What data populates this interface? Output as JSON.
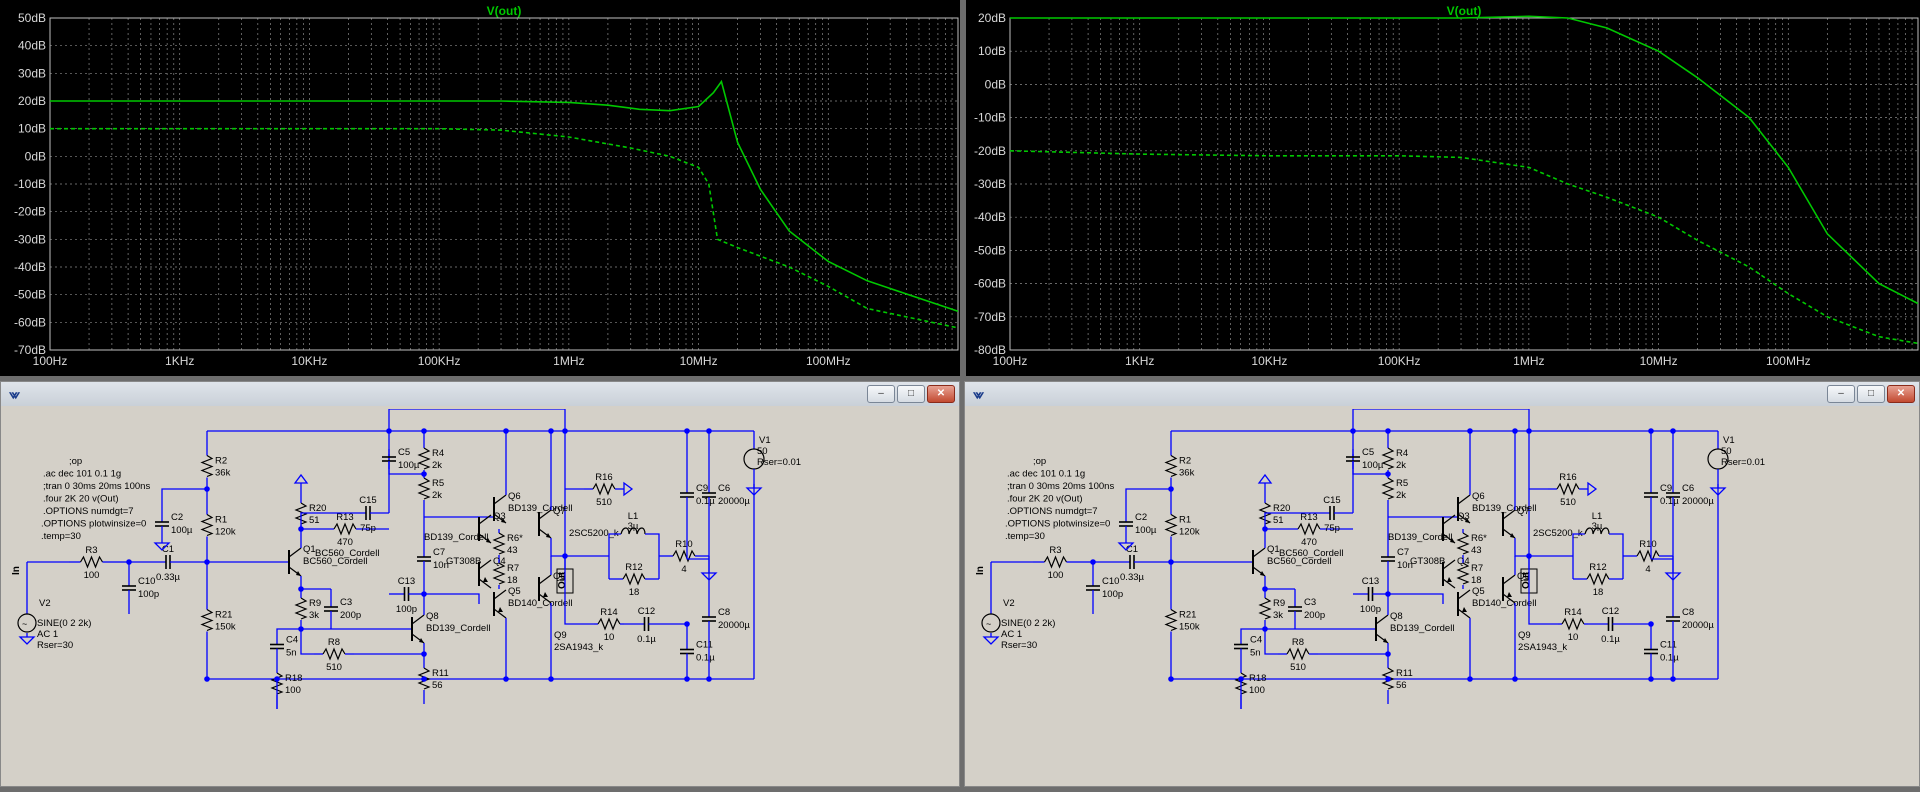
{
  "plot_left": {
    "trace_label": "V(out)",
    "y_ticks": [
      "50dB",
      "40dB",
      "30dB",
      "20dB",
      "10dB",
      "0dB",
      "-10dB",
      "-20dB",
      "-30dB",
      "-40dB",
      "-50dB",
      "-60dB",
      "-70dB"
    ],
    "x_ticks": [
      "100Hz",
      "1KHz",
      "10KHz",
      "100KHz",
      "1MHz",
      "10MHz",
      "100MHz"
    ]
  },
  "plot_right": {
    "trace_label": "V(out)",
    "y_ticks": [
      "20dB",
      "10dB",
      "0dB",
      "-10dB",
      "-20dB",
      "-30dB",
      "-40dB",
      "-50dB",
      "-60dB",
      "-70dB",
      "-80dB"
    ],
    "x_ticks": [
      "100Hz",
      "1KHz",
      "10KHz",
      "100KHz",
      "1MHz",
      "10MHz",
      "100MHz"
    ]
  },
  "chart_data": [
    {
      "type": "line",
      "title": "V(out)",
      "xscale": "log",
      "xlim": [
        100,
        1000000000
      ],
      "ylim": [
        -70,
        50
      ],
      "grid": true,
      "series": [
        {
          "style": "solid",
          "x": [
            100,
            1000,
            10000,
            100000,
            300000,
            1000000,
            2000000,
            3500000,
            6000000,
            10000000,
            13000000,
            15000000,
            20000000,
            30000000,
            50000000,
            100000000,
            200000000,
            1000000000
          ],
          "y": [
            20,
            20,
            20,
            20,
            20,
            19.5,
            18.5,
            17,
            16.5,
            18,
            23,
            27,
            5,
            -12,
            -27,
            -38,
            -45,
            -56
          ]
        },
        {
          "style": "dashed",
          "x": [
            100,
            1000,
            10000,
            100000,
            300000,
            1000000,
            3000000,
            6000000,
            10000000,
            12000000,
            14000000,
            20000000,
            50000000,
            100000000,
            200000000,
            1000000000
          ],
          "y": [
            10,
            10,
            10,
            10,
            9.5,
            7,
            3,
            0,
            -4,
            -10,
            -30,
            -33,
            -40,
            -47,
            -55,
            -62
          ]
        }
      ]
    },
    {
      "type": "line",
      "title": "V(out)",
      "xscale": "log",
      "xlim": [
        100,
        1000000000
      ],
      "ylim": [
        -80,
        20
      ],
      "grid": true,
      "series": [
        {
          "style": "solid",
          "x": [
            100,
            1000,
            10000,
            100000,
            300000,
            1000000,
            2000000,
            4000000,
            10000000,
            20000000,
            50000000,
            100000000,
            200000000,
            500000000,
            1000000000
          ],
          "y": [
            20,
            20,
            20,
            20,
            20,
            20.5,
            20,
            17,
            10,
            2,
            -10,
            -25,
            -45,
            -60,
            -66
          ]
        },
        {
          "style": "dashed",
          "x": [
            100,
            1000,
            10000,
            100000,
            300000,
            1000000,
            2000000,
            4000000,
            10000000,
            20000000,
            50000000,
            100000000,
            200000000,
            500000000,
            1000000000
          ],
          "y": [
            -20,
            -21,
            -21.5,
            -21.5,
            -22,
            -25,
            -30,
            -34,
            -40,
            -47,
            -55,
            -63,
            -70,
            -76,
            -78
          ]
        }
      ]
    }
  ],
  "schematic": {
    "window_icon": "schematic-app-icon",
    "directives": [
      ";op",
      ".ac dec 101 0.1 1g",
      ";tran 0 30ms 20ms 100ns",
      ".four 2K 20 v(Out)",
      ".OPTIONS numdgt=7",
      ".OPTIONS plotwinsize=0",
      ".temp=30"
    ],
    "source_v2": [
      "V2",
      "SINE(0 2 2k)",
      "AC 1",
      "Rser=30"
    ],
    "source_v1": [
      "V1",
      "50",
      "Rser=0.01"
    ],
    "in_label": "In",
    "out_label": "Out",
    "labels": {
      "R3": "R3",
      "R3v": "100",
      "C1": "C1",
      "C1v": "0.33µ",
      "C10": "C10",
      "C10v": "100p",
      "R2": "R2",
      "R2v": "36k",
      "R1": "R1",
      "R1v": "120k",
      "R21": "R21",
      "R21v": "150k",
      "C2": "C2",
      "C2v": "100µ",
      "R20": "R20",
      "R20v": "51",
      "Q1": "Q1",
      "Q1m": "BC560_Cordell",
      "R13": "R13",
      "R13v": "470",
      "C15": "C15",
      "C15v": "75p",
      "R9": "R9",
      "R9v": "3k",
      "C3": "C3",
      "C3v": "200p",
      "C4": "C4",
      "C4v": "5n",
      "R8": "R8",
      "R8v": "510",
      "R18": "R18",
      "R18v": "100",
      "C5": "C5",
      "C5v": "100µ",
      "R4": "R4",
      "R4v": "2k",
      "R5": "R5",
      "R5v": "2k",
      "C7": "C7",
      "C7v": "10n",
      "C13": "C13",
      "C13v": "100p",
      "Q8": "Q8",
      "Q8m": "BD139_Cordell",
      "R11": "R11",
      "R11v": "56",
      "Q6": "Q6",
      "Q6m": "BD139_Cordell",
      "Q3": "Q3",
      "Q3m": "BD139_Cordell",
      "R6": "R6*",
      "R6v": "43",
      "Q4m": "GT308B",
      "Q4": "Q4",
      "R7": "R7",
      "R7v": "18",
      "Q5": "Q5",
      "Q5m": "BD140_Cordell",
      "Q7": "Q7",
      "Q7m": "2SC5200_k",
      "Q9": "Q9",
      "Q9m": "2SA1943_k",
      "R16": "R16",
      "R16v": "510",
      "L1": "L1",
      "L1v": "3µ",
      "R12": "R12",
      "R12v": "18",
      "R10": "R10",
      "R10v": "4",
      "R14": "R14",
      "R14v": "10",
      "C12": "C12",
      "C12v": "0.1µ",
      "C9": "C9",
      "C9v": "0.1µ",
      "C6": "C6",
      "C6v": "20000µ",
      "C11": "C11",
      "C11v": "0.1µ",
      "C8": "C8",
      "C8v": "20000µ"
    }
  },
  "colors": {
    "plot_bg": "#000000",
    "trace": "#00c800",
    "schematic_wire": "#0000ff",
    "schematic_bg": "#d4d0c8"
  }
}
